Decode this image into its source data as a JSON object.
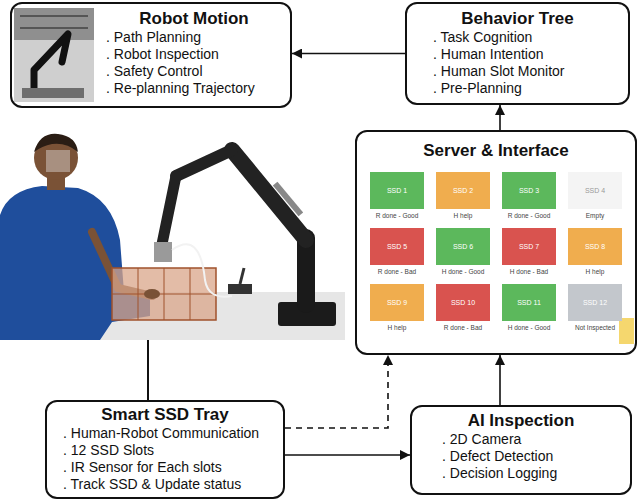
{
  "diagram": {
    "nodes": [
      {
        "text": [
          "Robot Motion",
          ". Path Planning",
          ". Robot Inspection",
          ". Safety Control",
          ". Re-planning Trajectory"
        ]
      },
      {
        "text": [
          "Behavior Tree",
          ". Task Cognition",
          ". Human Intention",
          ". Human Slot Monitor",
          ". Pre-Planning"
        ]
      },
      {
        "text": [
          "Server & Interface"
        ]
      },
      {
        "text": [
          "SSD 1",
          "R done - Good"
        ],
        "in": 2
      },
      {
        "text": [
          "SSD 2",
          "H help"
        ],
        "in": 2
      },
      {
        "text": [
          "SSD 3",
          "R done - Good"
        ],
        "in": 2
      },
      {
        "text": [
          "SSD 4",
          "Empty"
        ],
        "in": 2
      },
      {
        "text": [
          "SSD 5",
          "R done - Bad"
        ],
        "in": 2
      },
      {
        "text": [
          "SSD 6",
          "H done - Good"
        ],
        "in": 2
      },
      {
        "text": [
          "SSD 7",
          "H done - Bad"
        ],
        "in": 2
      },
      {
        "text": [
          "SSD 8",
          "H help"
        ],
        "in": 2
      },
      {
        "text": [
          "SSD 9",
          "H help"
        ],
        "in": 2
      },
      {
        "text": [
          "SSD 10",
          "R done - Bad"
        ],
        "in": 2
      },
      {
        "text": [
          "SSD 11",
          "H done - Good"
        ],
        "in": 2
      },
      {
        "text": [
          "SSD 12",
          "Not Inspected"
        ],
        "in": 2
      },
      {
        "text": [
          "Smart SSD Tray",
          ". Human-Robot Communication",
          ". 12 SSD Slots",
          ". IR Sensor for Each slots",
          ". Track SSD & Update status"
        ]
      },
      {
        "text": [
          "AI Inspection",
          ". 2D Camera",
          ". Defect Detection",
          ". Decision Logging"
        ]
      }
    ],
    "edges": [
      {
        "from": 1,
        "to": 0,
        "arrow": "to"
      },
      {
        "from": 2,
        "to": 1,
        "arrow": "to"
      },
      {
        "from": 15,
        "to": 16,
        "arrow": "to"
      },
      {
        "from": 15,
        "to": 2,
        "arrow": "to"
      },
      {
        "from": 16,
        "to": 2,
        "arrow": "to"
      }
    ]
  }
}
